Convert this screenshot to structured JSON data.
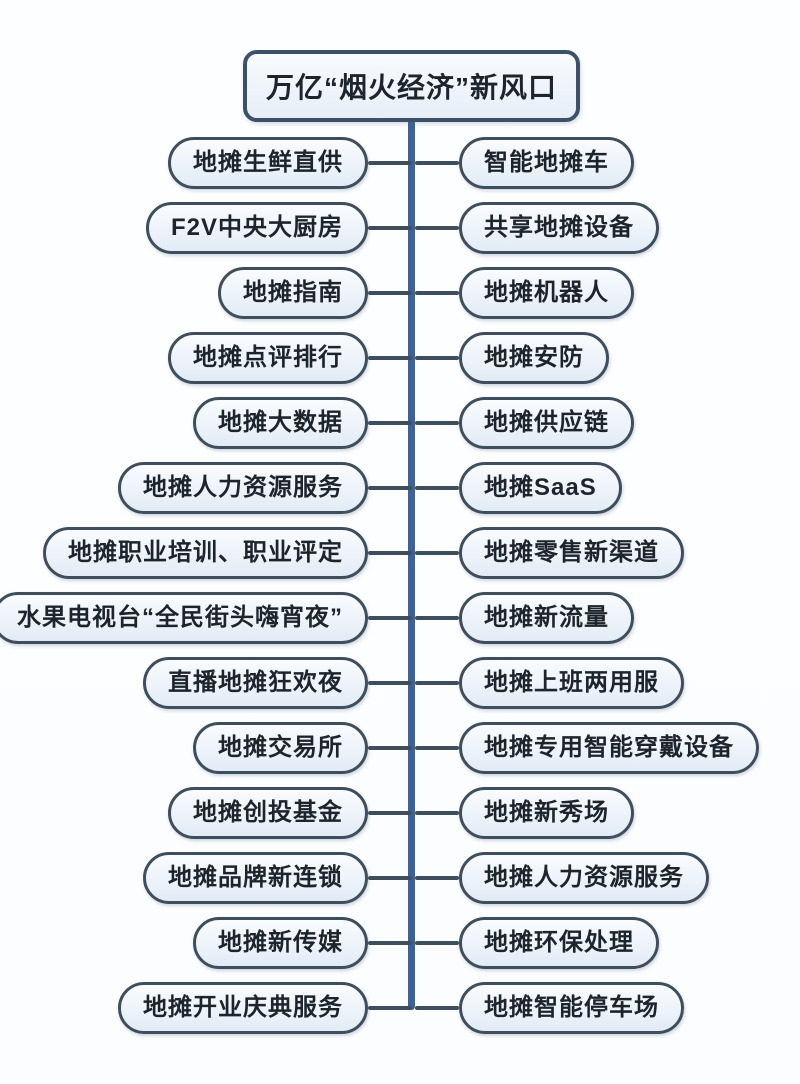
{
  "title": "万亿“烟火经济”新风口",
  "colors": {
    "spine": "#3a629b",
    "connector": "#3e4e5c",
    "bubble_border": "#3e4e5c",
    "title_border": "#3c5168",
    "text": "#1d242b"
  },
  "rows": [
    {
      "left": "地摊生鲜直供",
      "right": "智能地摊车"
    },
    {
      "left": "F2V中央大厨房",
      "right": "共享地摊设备"
    },
    {
      "left": "地摊指南",
      "right": "地摊机器人"
    },
    {
      "left": "地摊点评排行",
      "right": "地摊安防"
    },
    {
      "left": "地摊大数据",
      "right": "地摊供应链"
    },
    {
      "left": "地摊人力资源服务",
      "right": "地摊SaaS"
    },
    {
      "left": "地摊职业培训、职业评定",
      "right": "地摊零售新渠道"
    },
    {
      "left": "水果电视台“全民街头嗨宵夜”",
      "right": "地摊新流量"
    },
    {
      "left": "直播地摊狂欢夜",
      "right": "地摊上班两用服"
    },
    {
      "left": "地摊交易所",
      "right": "地摊专用智能穿戴设备"
    },
    {
      "left": "地摊创投基金",
      "right": "地摊新秀场"
    },
    {
      "left": "地摊品牌新连锁",
      "right": "地摊人力资源服务"
    },
    {
      "left": "地摊新传媒",
      "right": "地摊环保处理"
    },
    {
      "left": "地摊开业庆典服务",
      "right": "地摊智能停车场"
    }
  ]
}
